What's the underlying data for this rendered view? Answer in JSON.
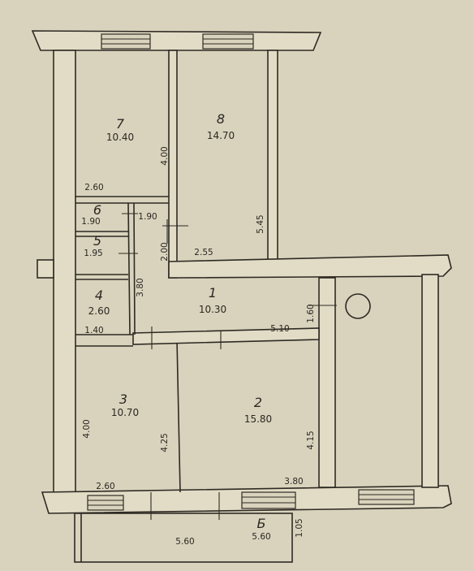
{
  "rooms": {
    "r1": {
      "number": "1",
      "area": "10.30"
    },
    "r2": {
      "number": "2",
      "area": "15.80"
    },
    "r3": {
      "number": "3",
      "area": "10.70"
    },
    "r4": {
      "number": "4",
      "area": "2.60"
    },
    "r5": {
      "number": "5",
      "area": "1.95"
    },
    "r6": {
      "number": "6",
      "area": "1.90"
    },
    "r7": {
      "number": "7",
      "area": "10.40"
    },
    "r8": {
      "number": "8",
      "area": "14.70"
    },
    "balcony": {
      "number": "Б",
      "area": "5.60"
    }
  },
  "dimensions": {
    "d400_r7": "4.00",
    "d260_r7": "2.60",
    "d190_r6": "1.90",
    "d200": "2.00",
    "d255": "2.55",
    "d545": "5.45",
    "d380": "3.80",
    "d140": "1.40",
    "d510": "5.10",
    "d160": "1.60",
    "d400_r3": "4.00",
    "d425": "4.25",
    "d415": "4.15",
    "d260_r3": "2.60",
    "d380_r2": "3.80",
    "d560": "5.60",
    "d105": "1.05"
  }
}
